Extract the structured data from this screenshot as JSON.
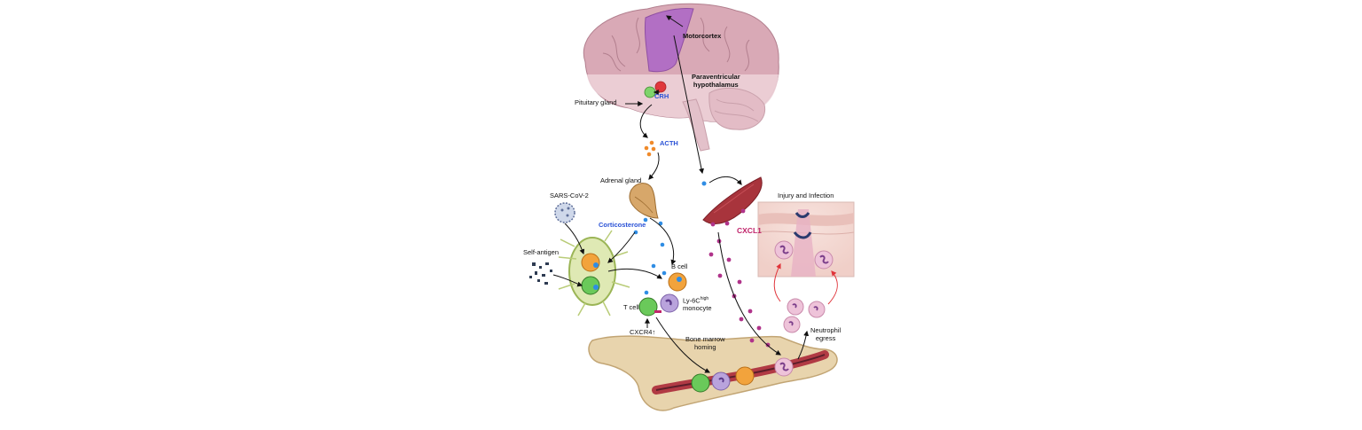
{
  "labels": {
    "motorcortex": "Motorcortex",
    "pvh_line1": "Paraventricular",
    "pvh_line2": "hypothalamus",
    "crh": "CRH",
    "pituitary": "Pituitary gland",
    "acth": "ACTH",
    "adrenal": "Adrenal gland",
    "sars": "SARS-CoV-2",
    "corticosterone": "Corticosterone",
    "self_antigen": "Self-antigen",
    "b_cell": "B cell",
    "t_cell": "T cell",
    "ly6c_prefix": "Ly-6C",
    "ly6c_sup": "high",
    "ly6c_line2": "monocyte",
    "cxcr4": "CXCR4",
    "cxcr4_arrow": "↑",
    "bm_homing_line1": "Bone marrow",
    "bm_homing_line2": "homing",
    "cxcl1": "CXCL1",
    "injury": "Injury and Infection",
    "neutrophil_line1": "Neutrophil",
    "neutrophil_line2": "egress"
  },
  "colors": {
    "brain": "#d9a9b6",
    "brain_lower": "#ecd0d7",
    "motorcortex": "#b26fc4",
    "pvh": "#e0383c",
    "crh_green": "#7fd36b",
    "acth_orange": "#f08a2a",
    "corticosterone_blue": "#2f8de4",
    "muscle": "#a8343c",
    "cxcl1_dots": "#b0338a",
    "bone": "#e8d4ad",
    "marrow": "#b13a44",
    "t_cell": "#6ac95a",
    "b_cell": "#f2a33c",
    "monocyte": "#b9a3dc",
    "neutrophil": "#eec3d9",
    "lymph_node": "#c7d98a",
    "skin": "#f4d7d2",
    "arrow_red": "#e0343a"
  },
  "icons": [
    "brain-icon",
    "muscle-icon",
    "lymph-node-icon",
    "virus-icon",
    "bone-icon",
    "adrenal-gland-icon",
    "skin-section-icon"
  ]
}
